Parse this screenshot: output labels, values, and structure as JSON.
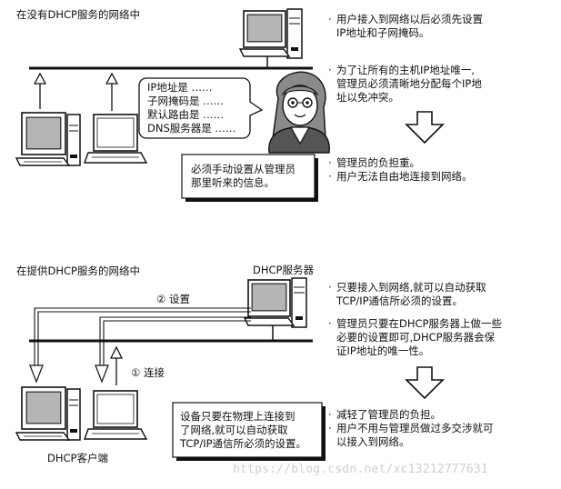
{
  "top": {
    "title": "在没有DHCP服务的网络中",
    "bubble": [
      "IP地址是 ……",
      "子网掩码是 ……",
      "默认路由是 ……",
      "DNS服务器是 ……"
    ],
    "note": [
      "必须手动设置从管理员",
      "那里听来的信息。"
    ],
    "bullets": [
      [
        "用户接入到网络以后必须先设置",
        "IP地址和子网掩码。"
      ],
      [
        "为了让所有的主机IP地址唯一,",
        "管理员必须清晰地分配每个IP地",
        "址以免冲突。"
      ]
    ],
    "results": [
      [
        "管理员的负担重。"
      ],
      [
        "用户无法自由地连接到网络。"
      ]
    ]
  },
  "bottom": {
    "title": "在提供DHCP服务的网络中",
    "server_label": "DHCP服务器",
    "step2": "② 设置",
    "step1": "① 连接",
    "client_label": "DHCP客户端",
    "note": [
      "设备只要在物理上连接到",
      "了网络,就可以自动获取",
      "TCP/IP通信所必须的设置。"
    ],
    "bullets": [
      [
        "只要接入到网络,就可以自动获取",
        "TCP/IP通信所必须的设置。"
      ],
      [
        "管理员只要在DHCP服务器上做一些",
        "必要的设置即可,DHCP服务器会保",
        "证IP地址的唯一性。"
      ]
    ],
    "results": [
      [
        "减轻了管理员的负担。"
      ],
      [
        "用户不用与管理员做过多交涉就可",
        "以接入到网络。"
      ]
    ]
  },
  "bullet_char": "·",
  "watermark": "https://blog.csdn.net/xc13212777631"
}
